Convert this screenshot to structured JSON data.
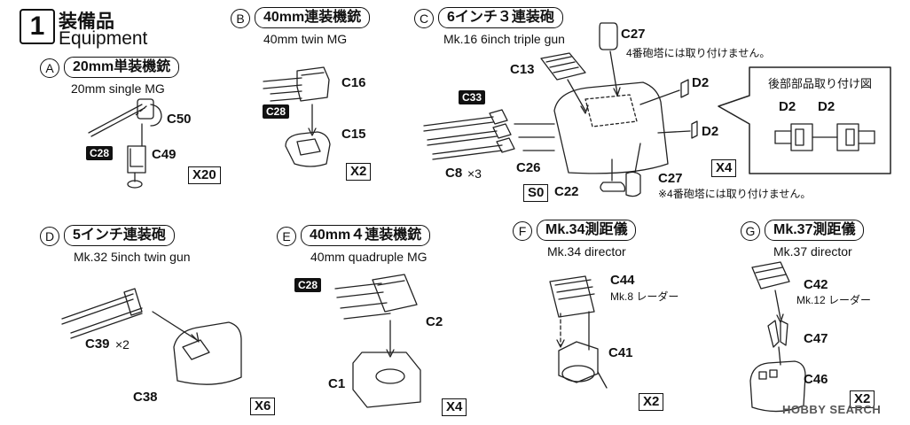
{
  "step": {
    "number": "1",
    "title_jp": "装備品",
    "title_en": "Equipment"
  },
  "sections": {
    "A": {
      "letter": "A",
      "title": "20mm単装機銃",
      "subtitle": "20mm single MG",
      "qty": "X20",
      "parts": {
        "c50": "C50",
        "c49": "C49",
        "c28": "C28"
      }
    },
    "B": {
      "letter": "B",
      "title": "40mm連装機銃",
      "subtitle": "40mm twin MG",
      "qty": "X2",
      "parts": {
        "c16": "C16",
        "c15": "C15",
        "c28": "C28"
      }
    },
    "C": {
      "letter": "C",
      "title": "6インチ３連装砲",
      "subtitle": "Mk.16 6inch triple gun",
      "qty": "X4",
      "parts": {
        "c27_top": "C27",
        "c13": "C13",
        "c33": "C33",
        "d2_top": "D2",
        "d2_mid": "D2",
        "c8": "C8",
        "c8_mult": "×3",
        "c26": "C26",
        "c27_bottom": "C27",
        "s0": "S0",
        "c22": "C22"
      },
      "note_top": "4番砲塔には取り付けません。",
      "note_bottom": "※4番砲塔には取り付けません。",
      "callout": {
        "title": "後部部品取り付け図",
        "left": "D2",
        "right": "D2"
      }
    },
    "D": {
      "letter": "D",
      "title": "5インチ連装砲",
      "subtitle": "Mk.32 5inch twin gun",
      "qty": "X6",
      "parts": {
        "c39": "C39",
        "c39_mult": "×2",
        "c38": "C38"
      }
    },
    "E": {
      "letter": "E",
      "title": "40mm４連装機銃",
      "subtitle": "40mm quadruple MG",
      "qty": "X4",
      "parts": {
        "c28": "C28",
        "c2": "C2",
        "c1": "C1"
      }
    },
    "F": {
      "letter": "F",
      "title": "Mk.34測距儀",
      "subtitle": "Mk.34 director",
      "qty": "X2",
      "parts": {
        "c44": "C44",
        "c44_note": "Mk.8 レーダー",
        "c41": "C41"
      }
    },
    "G": {
      "letter": "G",
      "title": "Mk.37測距儀",
      "subtitle": "Mk.37 director",
      "qty": "X2",
      "parts": {
        "c42": "C42",
        "c42_note": "Mk.12 レーダー",
        "c47": "C47",
        "c46": "C46"
      }
    }
  },
  "watermark": "HOBBY SEARCH"
}
